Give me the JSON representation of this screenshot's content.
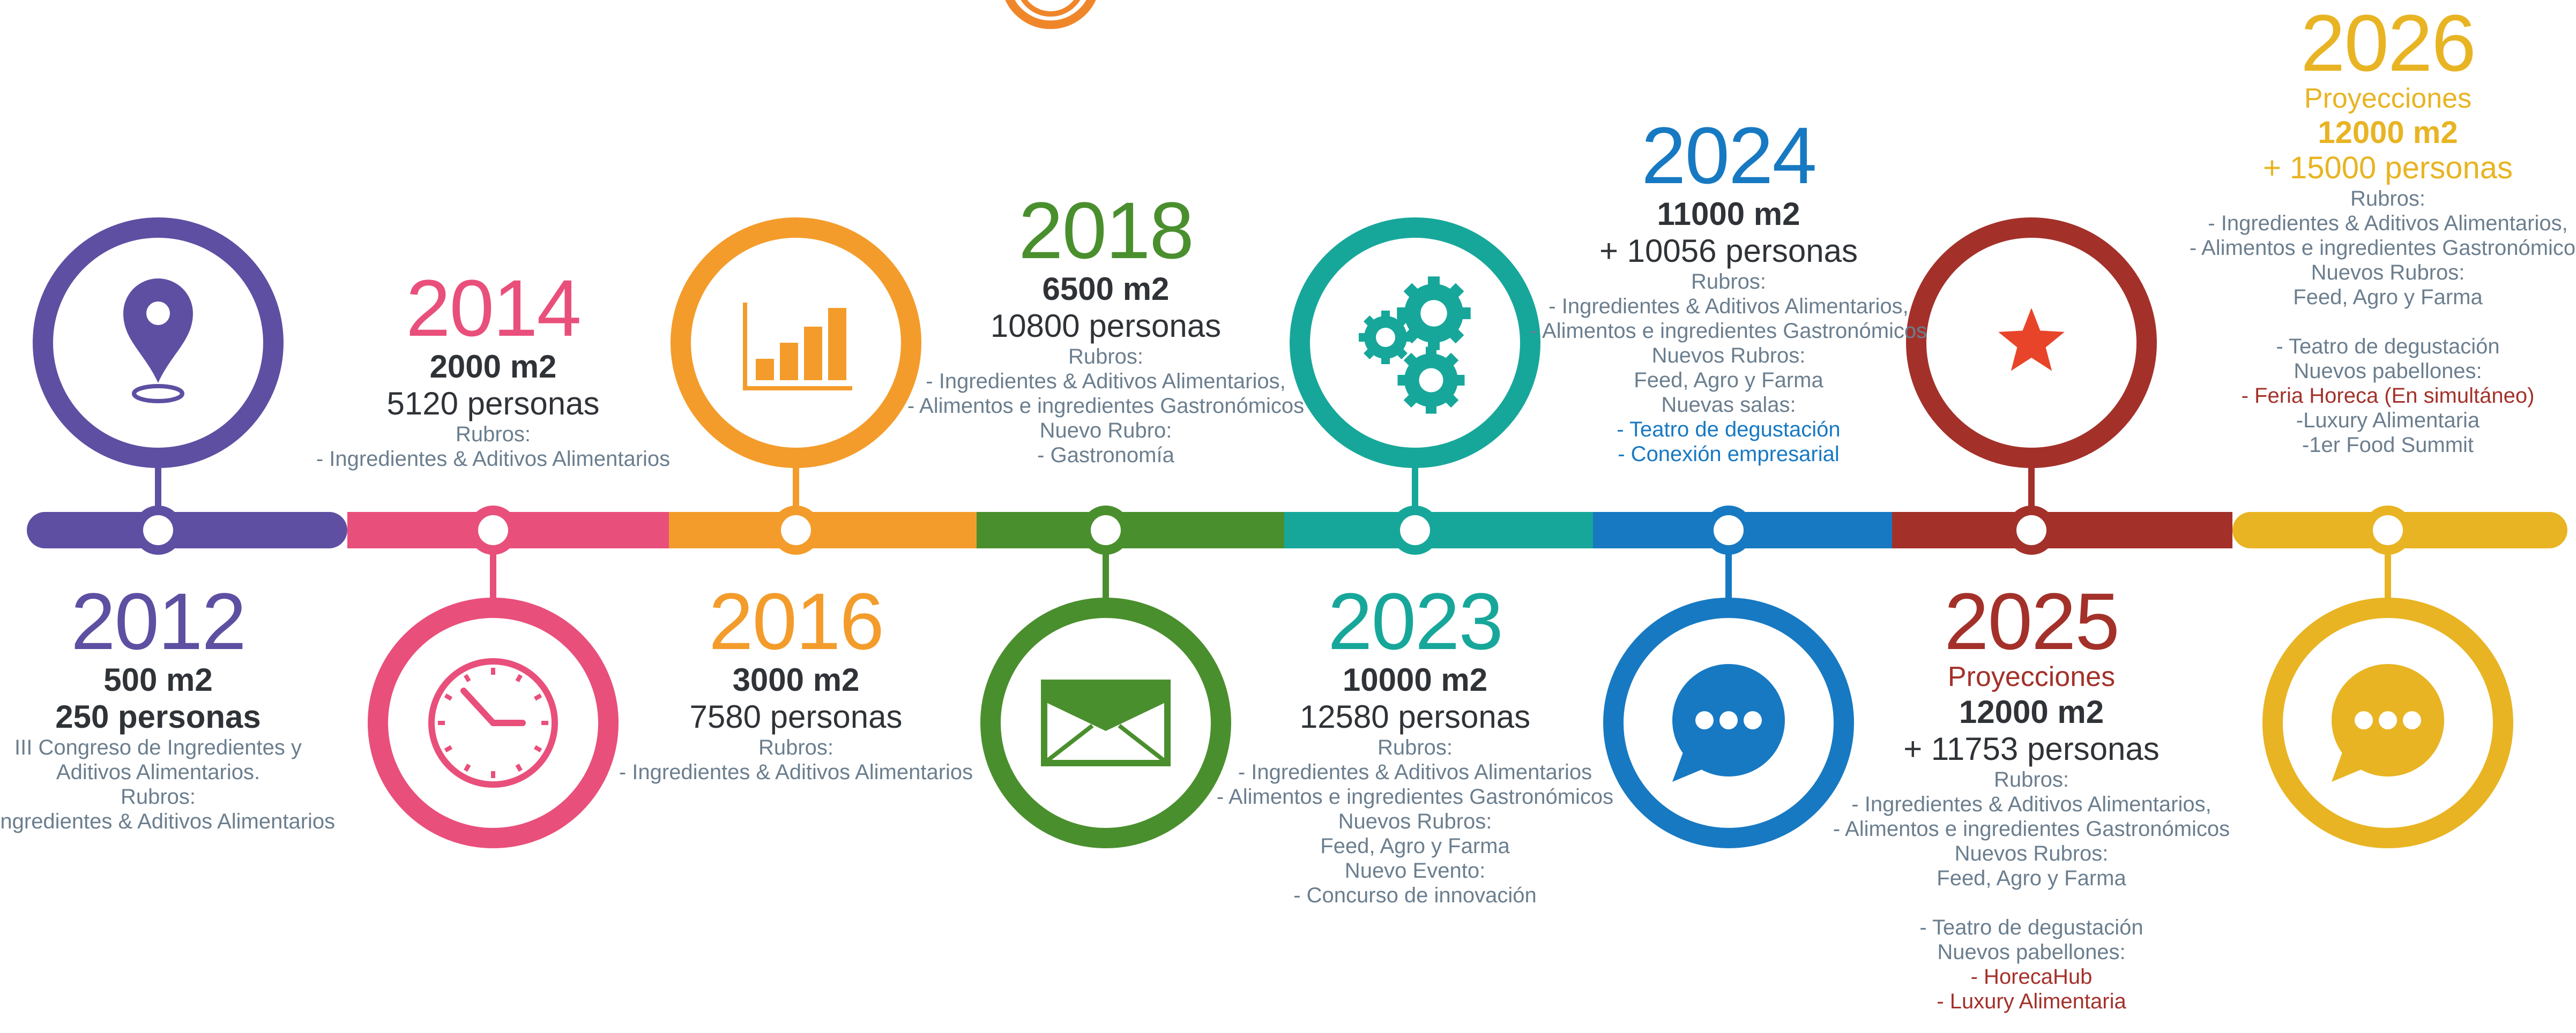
{
  "colors": {
    "y2012": "#5e4fa2",
    "y2014": "#e94f7b",
    "y2016": "#f39c2b",
    "y2018": "#4a8f2e",
    "y2023": "#17a79a",
    "y2024": "#1779c2",
    "y2025": "#a3312a",
    "y2026": "#e8b423",
    "text_dark": "#2f3337",
    "text_sub": "#6b7e8e",
    "highlight_blue": "#1779c2",
    "highlight_red": "#a3312a"
  },
  "milestones": [
    {
      "id": "2012",
      "year": "2012",
      "lines": [
        {
          "text": "500 m2",
          "style": "big bold"
        },
        {
          "text": "250 personas",
          "style": "big bold"
        },
        {
          "text": "III Congreso de Ingredientes y",
          "style": "sub"
        },
        {
          "text": "Aditivos Alimentarios.",
          "style": "sub"
        },
        {
          "text": "Rubros:",
          "style": "sub"
        },
        {
          "text": "- Ingredientes & Aditivos Alimentarios",
          "style": "sub"
        }
      ],
      "icon": "location-pin-icon"
    },
    {
      "id": "2014",
      "year": "2014",
      "lines": [
        {
          "text": "2000 m2",
          "style": "big bold"
        },
        {
          "text": "5120 personas",
          "style": "big"
        },
        {
          "text": "Rubros:",
          "style": "sub"
        },
        {
          "text": "- Ingredientes & Aditivos Alimentarios",
          "style": "sub"
        }
      ],
      "icon": "clock-icon"
    },
    {
      "id": "2016",
      "year": "2016",
      "lines": [
        {
          "text": "3000 m2",
          "style": "big bold"
        },
        {
          "text": "7580 personas",
          "style": "big"
        },
        {
          "text": "Rubros:",
          "style": "sub"
        },
        {
          "text": "- Ingredientes & Aditivos Alimentarios",
          "style": "sub"
        }
      ],
      "icon": "bar-chart-icon"
    },
    {
      "id": "2018",
      "year": "2018",
      "lines": [
        {
          "text": "6500 m2",
          "style": "big bold"
        },
        {
          "text": "10800 personas",
          "style": "big"
        },
        {
          "text": "Rubros:",
          "style": "sub"
        },
        {
          "text": "- Ingredientes & Aditivos Alimentarios,",
          "style": "sub"
        },
        {
          "text": "- Alimentos e ingredientes Gastronómicos",
          "style": "sub"
        },
        {
          "text": "Nuevo Rubro:",
          "style": "sub"
        },
        {
          "text": "- Gastronomía",
          "style": "sub"
        }
      ],
      "icon": "envelope-icon"
    },
    {
      "id": "2023",
      "year": "2023",
      "lines": [
        {
          "text": "10000 m2",
          "style": "big bold"
        },
        {
          "text": "12580 personas",
          "style": "big"
        },
        {
          "text": "Rubros:",
          "style": "sub"
        },
        {
          "text": "- Ingredientes & Aditivos Alimentarios",
          "style": "sub"
        },
        {
          "text": "- Alimentos e ingredientes Gastronómicos",
          "style": "sub"
        },
        {
          "text": "Nuevos Rubros:",
          "style": "sub"
        },
        {
          "text": "Feed, Agro y Farma",
          "style": "sub"
        },
        {
          "text": "Nuevo Evento:",
          "style": "sub"
        },
        {
          "text": "- Concurso de innovación",
          "style": "sub"
        }
      ],
      "icon": "gears-icon"
    },
    {
      "id": "2024",
      "year": "2024",
      "lines": [
        {
          "text": "11000 m2",
          "style": "big bold"
        },
        {
          "text": "+ 10056 personas",
          "style": "big"
        },
        {
          "text": "Rubros:",
          "style": "sub"
        },
        {
          "text": "- Ingredientes & Aditivos Alimentarios,",
          "style": "sub"
        },
        {
          "text": "- Alimentos e ingredientes Gastronómicos",
          "style": "sub"
        },
        {
          "text": "Nuevos Rubros:",
          "style": "sub"
        },
        {
          "text": "Feed, Agro y Farma",
          "style": "sub"
        },
        {
          "text": "Nuevas salas:",
          "style": "sub"
        },
        {
          "text": "- Teatro de degustación",
          "style": "hl-blue"
        },
        {
          "text": "- Conexión empresarial",
          "style": "hl-blue"
        }
      ],
      "icon": "chat-bubble-icon"
    },
    {
      "id": "2025",
      "year": "2025",
      "lines": [
        {
          "text": "Proyecciones",
          "style": "accent"
        },
        {
          "text": "12000 m2",
          "style": "big bold"
        },
        {
          "text": "+ 11753 personas",
          "style": "big"
        },
        {
          "text": "Rubros:",
          "style": "sub"
        },
        {
          "text": "- Ingredientes & Aditivos Alimentarios,",
          "style": "sub"
        },
        {
          "text": "- Alimentos e ingredientes Gastronómicos",
          "style": "sub"
        },
        {
          "text": "Nuevos Rubros:",
          "style": "sub"
        },
        {
          "text": "Feed, Agro y Farma",
          "style": "sub"
        },
        {
          "text": "",
          "style": "sub"
        },
        {
          "text": "- Teatro de degustación",
          "style": "sub"
        },
        {
          "text": "Nuevos pabellones:",
          "style": "sub"
        },
        {
          "text": "- HorecaHub",
          "style": "hl-red"
        },
        {
          "text": "-  Luxury Alimentaria",
          "style": "hl-red"
        }
      ],
      "icon": "star-icon"
    },
    {
      "id": "2026",
      "year": "2026",
      "lines": [
        {
          "text": "Proyecciones",
          "style": "accent"
        },
        {
          "text": "12000 m2",
          "style": "accent-big bold"
        },
        {
          "text": "+ 15000 personas",
          "style": "accent-big"
        },
        {
          "text": "Rubros:",
          "style": "sub"
        },
        {
          "text": "- Ingredientes & Aditivos Alimentarios,",
          "style": "sub"
        },
        {
          "text": "- Alimentos e ingredientes Gastronómicos",
          "style": "sub"
        },
        {
          "text": "Nuevos Rubros:",
          "style": "sub"
        },
        {
          "text": "Feed, Agro y Farma",
          "style": "sub"
        },
        {
          "text": "",
          "style": "sub"
        },
        {
          "text": "- Teatro de degustación",
          "style": "sub"
        },
        {
          "text": "Nuevos pabellones:",
          "style": "sub"
        },
        {
          "text": "- Feria Horeca (En simultáneo)",
          "style": "hl-red"
        },
        {
          "text": "-Luxury Alimentaria",
          "style": "sub"
        },
        {
          "text": "-1er Food Summit",
          "style": "sub"
        }
      ],
      "icon": "chat-bubble-icon"
    }
  ]
}
